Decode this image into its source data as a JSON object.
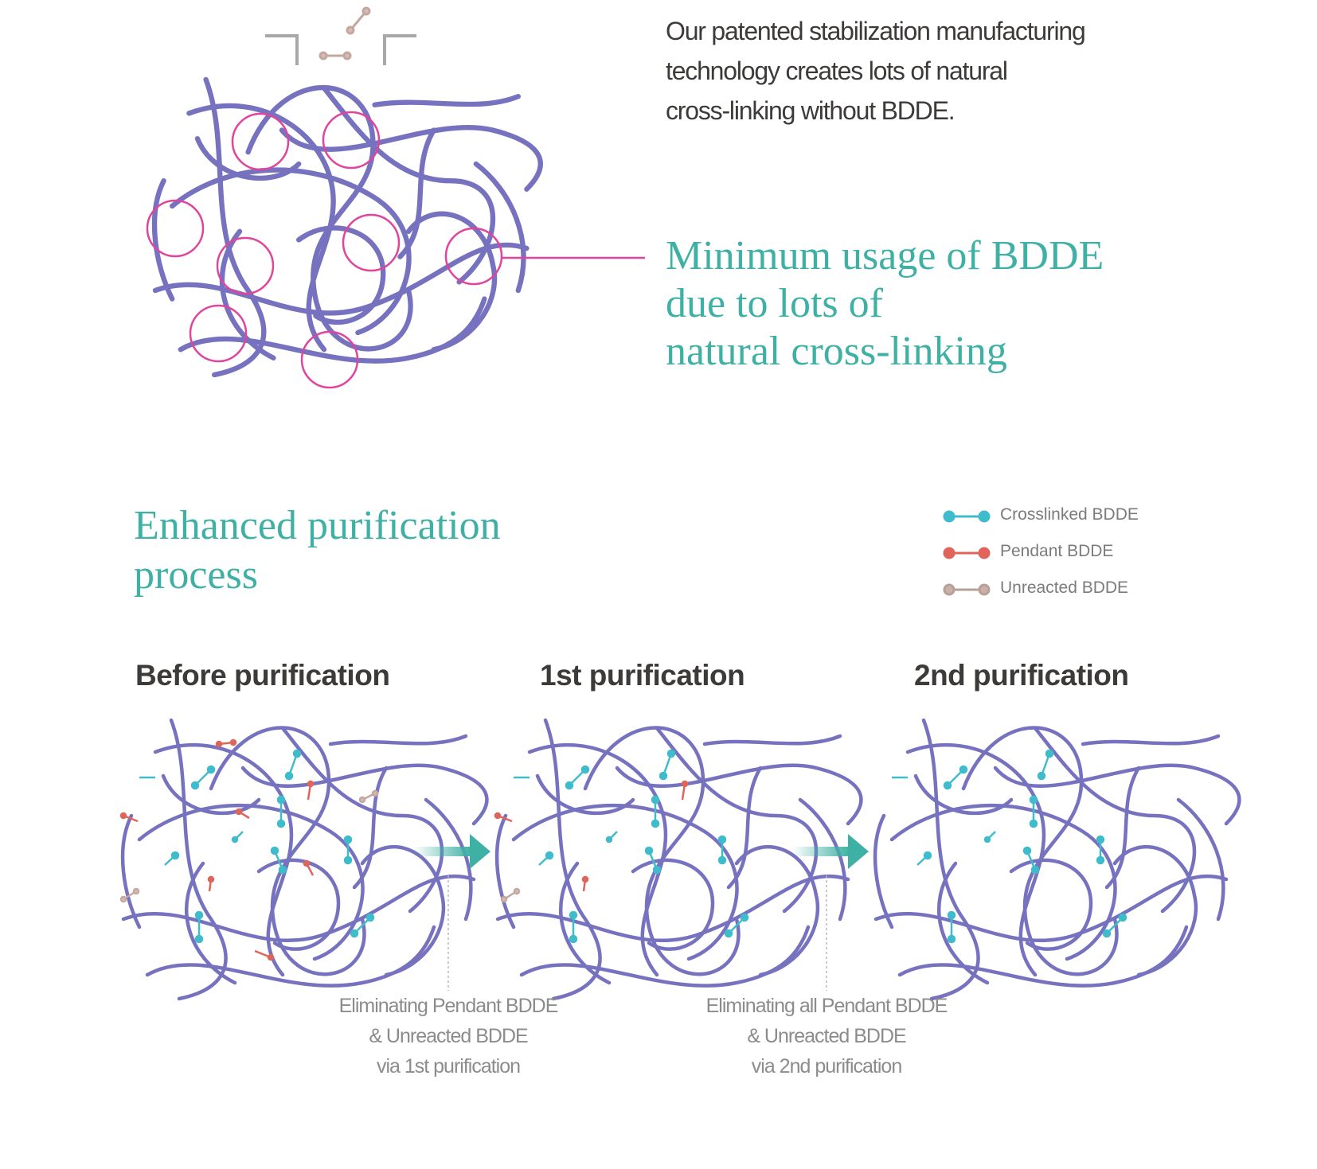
{
  "intro": {
    "lines": [
      "Our patented stabilization manufacturing",
      "technology creates  lots of natural",
      "cross-linking without BDDE."
    ]
  },
  "callout": {
    "lines": [
      "Minimum usage of BDDE",
      "due to lots of",
      "natural cross-linking"
    ]
  },
  "section": {
    "title_lines": [
      "Enhanced purification",
      "process"
    ]
  },
  "legend": [
    {
      "label": "Crosslinked BDDE",
      "color": "#3fbccc"
    },
    {
      "label": "Pendant BDDE",
      "color": "#e0645a"
    },
    {
      "label": "Unreacted BDDE",
      "color": "#cbb0a8"
    }
  ],
  "stages": [
    {
      "label": "Before purification"
    },
    {
      "label": "1st purification"
    },
    {
      "label": "2nd purification"
    }
  ],
  "captions": [
    {
      "lines": [
        "Eliminating Pendant BDDE",
        "& Unreacted BDDE",
        "via 1st purification"
      ]
    },
    {
      "lines": [
        "Eliminating all  Pendant BDDE",
        "& Unreacted BDDE",
        "via 2nd purification"
      ]
    }
  ],
  "colors": {
    "fiber": "#7672bf",
    "accent_teal": "#3fb1a4",
    "crosslink_circle": "#e0449c",
    "text_dark": "#3d3b39",
    "text_gray": "#8c8c8c"
  }
}
